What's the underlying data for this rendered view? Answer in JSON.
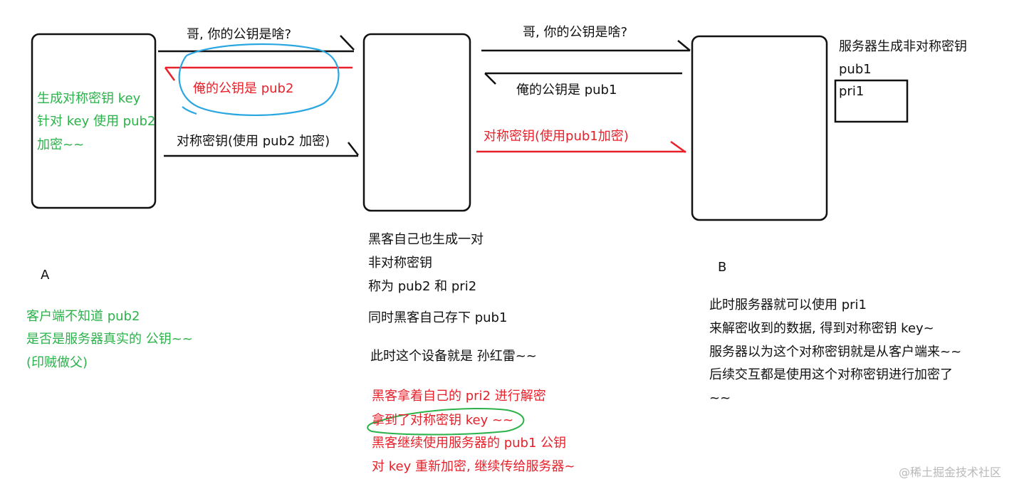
{
  "colors": {
    "green": "#2bb24a",
    "red": "#e8202a",
    "blue": "#2aa6e0",
    "black": "#111111",
    "watermark": "#b9b9b9"
  },
  "arrows": {
    "a_to_hacker_ask": "哥, 你的公钥是啥?",
    "hacker_to_a_reply": "俺的公钥是 pub2",
    "a_to_hacker_key": "对称密钥(使用 pub2 加密)",
    "hacker_to_b_ask": "哥, 你的公钥是啥?",
    "b_to_hacker_reply": "俺的公钥是 pub1",
    "hacker_to_b_key": "对称密钥(使用pub1加密)"
  },
  "client": {
    "label": "A",
    "box_lines": [
      "生成对称密钥 key",
      "针对 key 使用 pub2",
      "加密~~"
    ],
    "note_lines": [
      "客户端不知道 pub2",
      "是否是服务器真实的 公钥~~",
      "(印贼做父)"
    ]
  },
  "hacker": {
    "lines_black_1": [
      "黑客自己也生成一对",
      "非对称密钥",
      "称为 pub2 和 pri2"
    ],
    "line_black_2": "同时黑客自己存下 pub1",
    "line_black_3": "此时这个设备就是 孙红雷~~",
    "lines_red": [
      "黑客拿着自己的 pri2 进行解密",
      "拿到了对称密钥 key ~~",
      "黑客继续使用服务器的 pub1 公钥",
      "对 key 重新加密, 继续传给服务器~"
    ]
  },
  "server": {
    "label": "B",
    "key_gen_lines": [
      "服务器生成非对称密钥",
      "pub1"
    ],
    "private_key": "pri1",
    "note_lines": [
      "此时服务器就可以使用 pri1",
      "来解密收到的数据, 得到对称密钥 key~",
      "服务器以为这个对称密钥就是从客户端来~~",
      "后续交互都是使用这个对称密钥进行加密了",
      "~~"
    ]
  },
  "watermark": "@稀土掘金技术社区"
}
